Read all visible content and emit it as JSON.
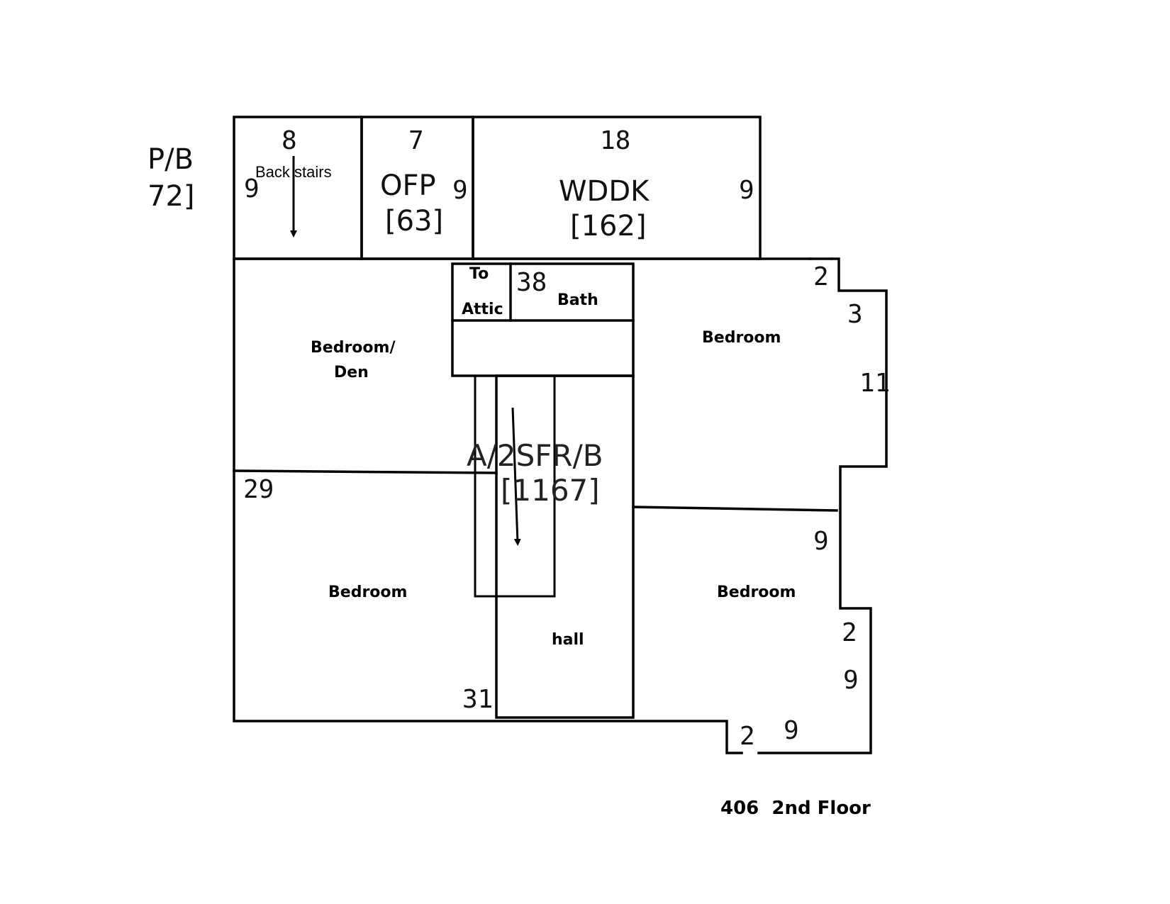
{
  "dims": {
    "back_stairs_width": "8",
    "back_stairs_depth": "9",
    "ofp_width": "7",
    "ofp_depth": "9",
    "wddk_width": "18",
    "wddk_depth": "9",
    "bath_width": "38",
    "right_jog_top": "2",
    "right_jog_step": "3",
    "right_bump": "11",
    "right_wall_lower": "9",
    "right_step_2": "2",
    "right_lower_9": "9",
    "bottom_jog_2": "2",
    "bottom_9": "9",
    "left_depth": "29",
    "bottom_width": "31"
  },
  "areas": {
    "left_cut_code": "P/B",
    "left_cut_area": "72]",
    "ofp_code": "OFP",
    "ofp_area": "[63]",
    "wddk_code": "WDDK",
    "wddk_area": "[162]",
    "main_code": "A/2SFR/B",
    "main_area": "[1167]"
  },
  "rooms": {
    "back_stairs": "Back stairs",
    "to_attic_1": "To",
    "to_attic_2": "Attic",
    "bath": "Bath",
    "bedroom_den_1": "Bedroom/",
    "bedroom_den_2": "Den",
    "bedroom_ne": "Bedroom",
    "bedroom_sw": "Bedroom",
    "bedroom_se": "Bedroom",
    "hall": "hall"
  },
  "caption": "406  2nd Floor"
}
